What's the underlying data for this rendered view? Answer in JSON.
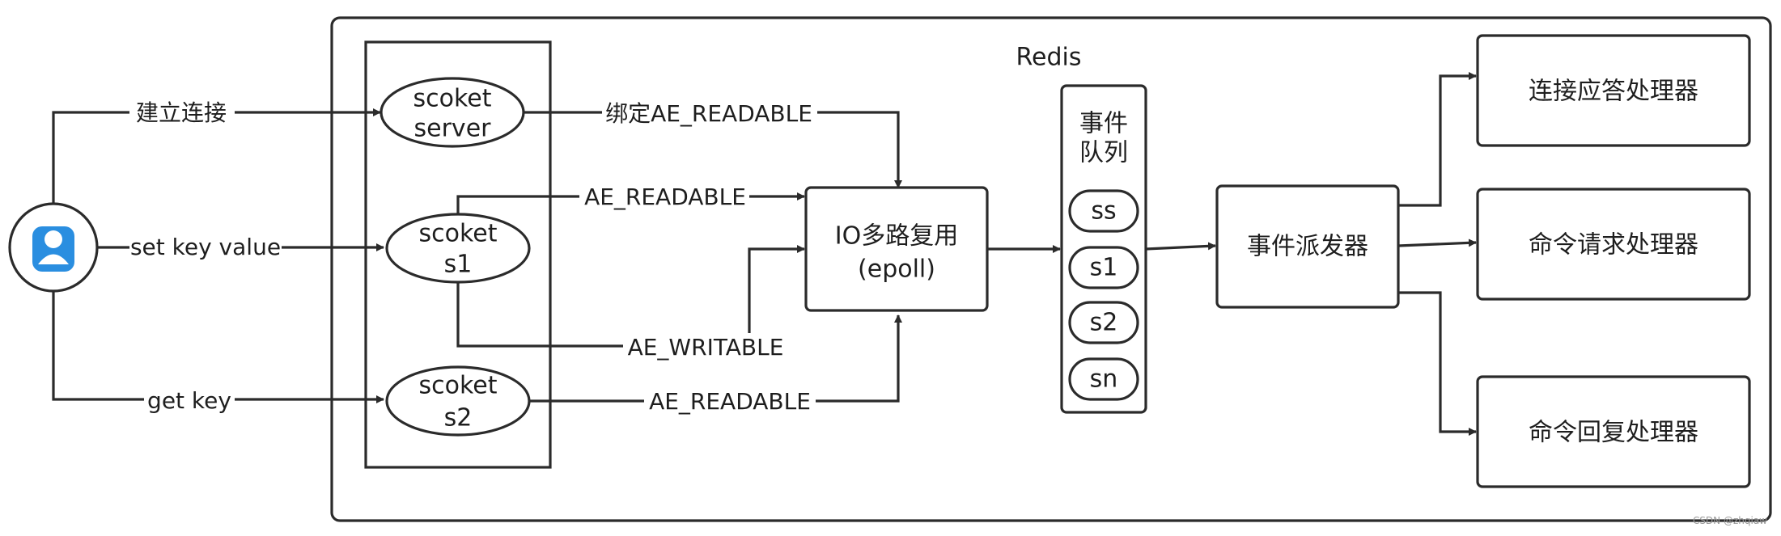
{
  "title": "Redis",
  "client": {
    "icon": "user-icon"
  },
  "arrows_labels": {
    "connect": "建立连接",
    "set": "set key value",
    "get": "get key",
    "bind_server": "绑定AE_READABLE",
    "s1_readable": "AE_READABLE",
    "s1_writable": "AE_WRITABLE",
    "s2_readable": "AE_READABLE"
  },
  "sockets": {
    "server": [
      "scoket",
      "server"
    ],
    "s1": [
      "scoket",
      "s1"
    ],
    "s2": [
      "scoket",
      "s2"
    ]
  },
  "io": [
    "IO多路复用",
    "(epoll)"
  ],
  "queue": {
    "title": [
      "事件",
      "队列"
    ],
    "items": [
      "ss",
      "s1",
      "s2",
      "sn"
    ]
  },
  "dispatcher": "事件派发器",
  "handlers": [
    "连接应答处理器",
    "命令请求处理器",
    "命令回复处理器"
  ],
  "watermark": "CSDN @zhqiaw"
}
